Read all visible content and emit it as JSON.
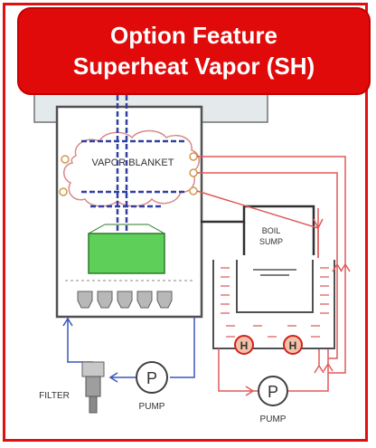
{
  "banner": {
    "line1": "Option Feature",
    "line2": "Superheat Vapor (SH)"
  },
  "diagram": {
    "vapor_blanket_label": "VAPOR BLANKET",
    "boil_sump_label_line1": "BOIL",
    "boil_sump_label_line2": "SUMP",
    "heater_symbol": "H",
    "pump_symbol": "P",
    "pump_label": "PUMP",
    "filter_label": "FILTER"
  },
  "colors": {
    "frame": "#e01010",
    "banner": "#e00a0a",
    "vapor_lines": "#e05a5a",
    "coil": "#3040a0",
    "basket": "#4ec24a",
    "condensate": "#e07878",
    "tank": "#606060"
  }
}
